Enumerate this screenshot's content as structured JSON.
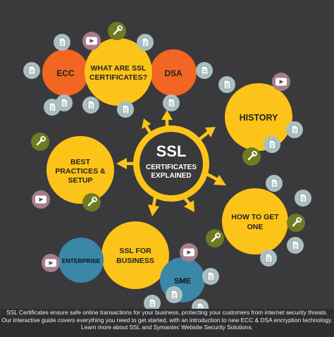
{
  "center": {
    "line1": "SSL",
    "line2": "CERTIFICATES",
    "line3": "EXPLAINED"
  },
  "topics": {
    "what_are": {
      "line1": "WHAT ARE SSL",
      "line2": "CERTIFICATES?"
    },
    "ecc": "ECC",
    "dsa": "DSA",
    "history": "HISTORY",
    "best_practices": {
      "line1": "BEST",
      "line2": "PRACTICES &",
      "line3": "SETUP"
    },
    "how_to_get": {
      "line1": "HOW TO GET",
      "line2": "ONE"
    },
    "ssl_for_business": {
      "line1": "SSL FOR",
      "line2": "BUSINESS"
    },
    "enterprise": "ENTERPRISE",
    "sme": "SME"
  },
  "caption": {
    "line1": "SSL Certificates ensure safe online transactions for your business, protecting your customers from internet security threats.",
    "line2": "Our interactive guide covers everything you need to get started, with an introduction to new ECC & DSA encryption technology.",
    "line3": "Learn more about SSL and Symantec Website Security Solutions."
  },
  "colors": {
    "background": "#3a3a3c",
    "yellow": "#fcc419",
    "orange": "#f26522",
    "blue": "#3a87a8",
    "doc_badge": "#a9bfc0",
    "video_badge": "#a87c8f",
    "tool_badge": "#6f7a22"
  },
  "icons": [
    "document-icon",
    "video-icon",
    "wrench-icon",
    "arrow-icon"
  ]
}
